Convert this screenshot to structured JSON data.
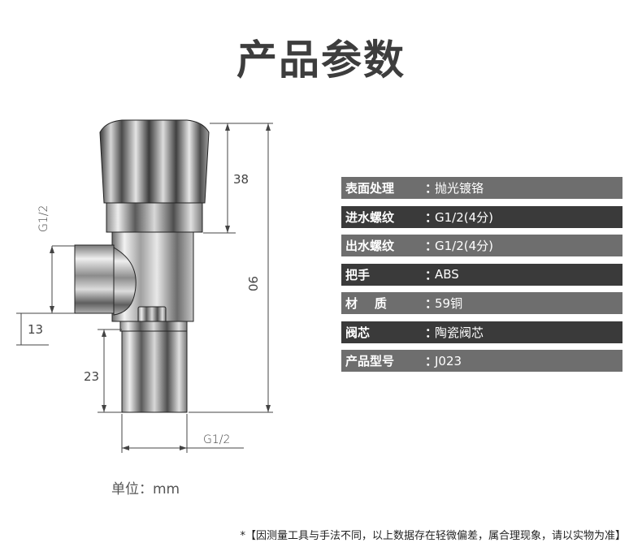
{
  "title": "产品参数",
  "dimensions": {
    "top_height": "38",
    "total_height": "90",
    "side_thread": "G1/2",
    "side_offset": "13",
    "bottom_height": "23",
    "bottom_thread": "G1/2"
  },
  "specs": [
    {
      "label": "表面处理",
      "sep": "：",
      "value": "抛光镀铬",
      "shade": "gray"
    },
    {
      "label": "进水螺纹",
      "sep": "：",
      "value": "G1/2(4分)",
      "shade": "dark"
    },
    {
      "label": "出水螺纹",
      "sep": "：",
      "value": "G1/2(4分)",
      "shade": "gray"
    },
    {
      "label": "把手",
      "sep": "：",
      "value": "ABS",
      "shade": "dark"
    },
    {
      "label": "材    质",
      "sep": "：",
      "value": "59铜",
      "shade": "gray"
    },
    {
      "label": "阀芯",
      "sep": "：",
      "value": "陶瓷阀芯",
      "shade": "dark"
    },
    {
      "label": "产品型号",
      "sep": "：",
      "value": "J023",
      "shade": "gray"
    }
  ],
  "unit": "单位：mm",
  "note": "*【因测量工具与手法不同，以上数据存在轻微偏差，属合理现象，请以实物为准】"
}
